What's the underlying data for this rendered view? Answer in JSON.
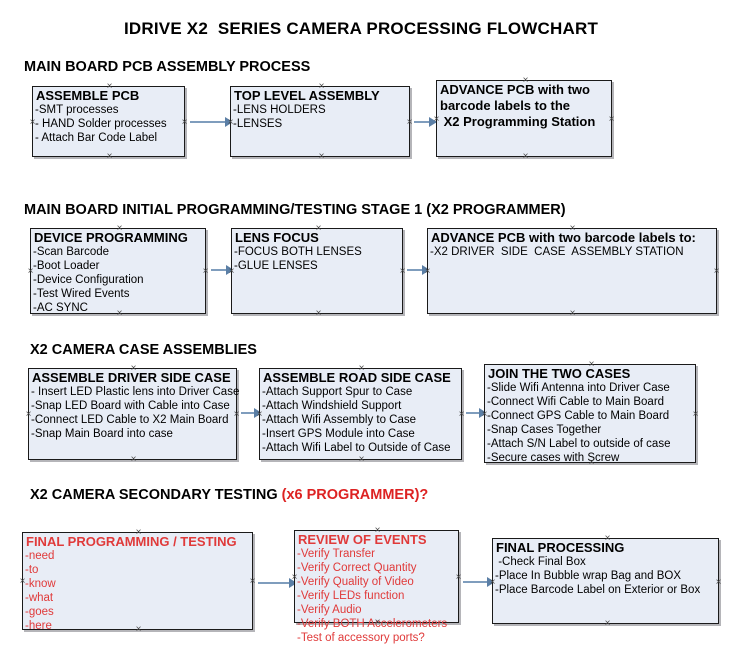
{
  "document": {
    "title": "IDRIVE X2  SERIES CAMERA PROCESSING FLOWCHART"
  },
  "colors": {
    "box_fill": "#e8edf6",
    "box_border": "#1a1a1a",
    "arrow": "#7f9dbd",
    "red_text": "#e03a3a",
    "heading_red": "#dd2222",
    "page_background": "#ffffff"
  },
  "sections": [
    {
      "heading": "MAIN BOARD PCB ASSEMBLY PROCESS",
      "heading_red": "",
      "boxes": [
        {
          "title": "ASSEMBLE PCB",
          "lines": [
            "-SMT processes",
            "- HAND Solder processes",
            "- Attach Bar Code Label"
          ]
        },
        {
          "title": "TOP LEVEL ASSEMBLY",
          "lines": [
            "-LENS HOLDERS",
            "-LENSES"
          ]
        },
        {
          "title": "ADVANCE PCB with two",
          "lines": [
            "barcode labels to the",
            " X2 Programming Station"
          ]
        }
      ]
    },
    {
      "heading": "MAIN BOARD INITIAL PROGRAMMING/TESTING STAGE 1 (X2 PROGRAMMER)",
      "heading_red": "",
      "boxes": [
        {
          "title": "DEVICE PROGRAMMING",
          "lines": [
            "-Scan Barcode",
            "-Boot Loader",
            "-Device Configuration",
            "-Test Wired Events",
            "-AC SYNC"
          ]
        },
        {
          "title": "LENS FOCUS",
          "lines": [
            "-FOCUS BOTH LENSES",
            "-GLUE LENSES"
          ]
        },
        {
          "title": "ADVANCE PCB with two barcode labels to:",
          "lines": [
            "-X2 DRIVER  SIDE  CASE  ASSEMBLY STATION"
          ]
        }
      ]
    },
    {
      "heading": "X2 CAMERA CASE ASSEMBLIES",
      "heading_red": "",
      "boxes": [
        {
          "title": "ASSEMBLE DRIVER SIDE CASE",
          "lines": [
            "- Insert LED Plastic lens into Driver Case",
            "-Snap LED Board with Cable into Case",
            "-Connect LED Cable to X2 Main Board",
            "-Snap Main Board into case"
          ]
        },
        {
          "title": "ASSEMBLE ROAD SIDE CASE",
          "lines": [
            "-Attach Support Spur to Case",
            "-Attach Windshield Support",
            "-Attach Wifi Assembly to Case",
            "-Insert GPS Module into Case",
            "-Attach Wifi Label to Outside of Case"
          ]
        },
        {
          "title": "JOIN THE TWO CASES",
          "lines": [
            "-Slide Wifi Antenna into Driver Case",
            "-Connect Wifi Cable to Main Board",
            "-Connect GPS Cable to Main Board",
            "-Snap Cases Together",
            "-Attach S/N Label to outside of case",
            "-Secure cases with Screw"
          ]
        }
      ]
    },
    {
      "heading": "X2 CAMERA SECONDARY TESTING ",
      "heading_red": "(x6 PROGRAMMER)?",
      "boxes": [
        {
          "title": "FINAL PROGRAMMING / TESTING",
          "lines": [
            "-need",
            "-to",
            "-know",
            "-what",
            "-goes",
            "-here"
          ]
        },
        {
          "title": "REVIEW OF EVENTS",
          "lines": [
            "-Verify Transfer",
            "-Verify Correct Quantity",
            "-Verify Quality of Video",
            "-Verify LEDs function",
            "-Verify Audio",
            "-Verify BOTH Accelerometers",
            "-Test of accessory ports?"
          ]
        },
        {
          "title": "FINAL PROCESSING",
          "lines": [
            " -Check Final Box",
            "-Place In Bubble wrap Bag and BOX",
            "-Place Barcode Label on Exterior or Box"
          ]
        }
      ]
    }
  ]
}
